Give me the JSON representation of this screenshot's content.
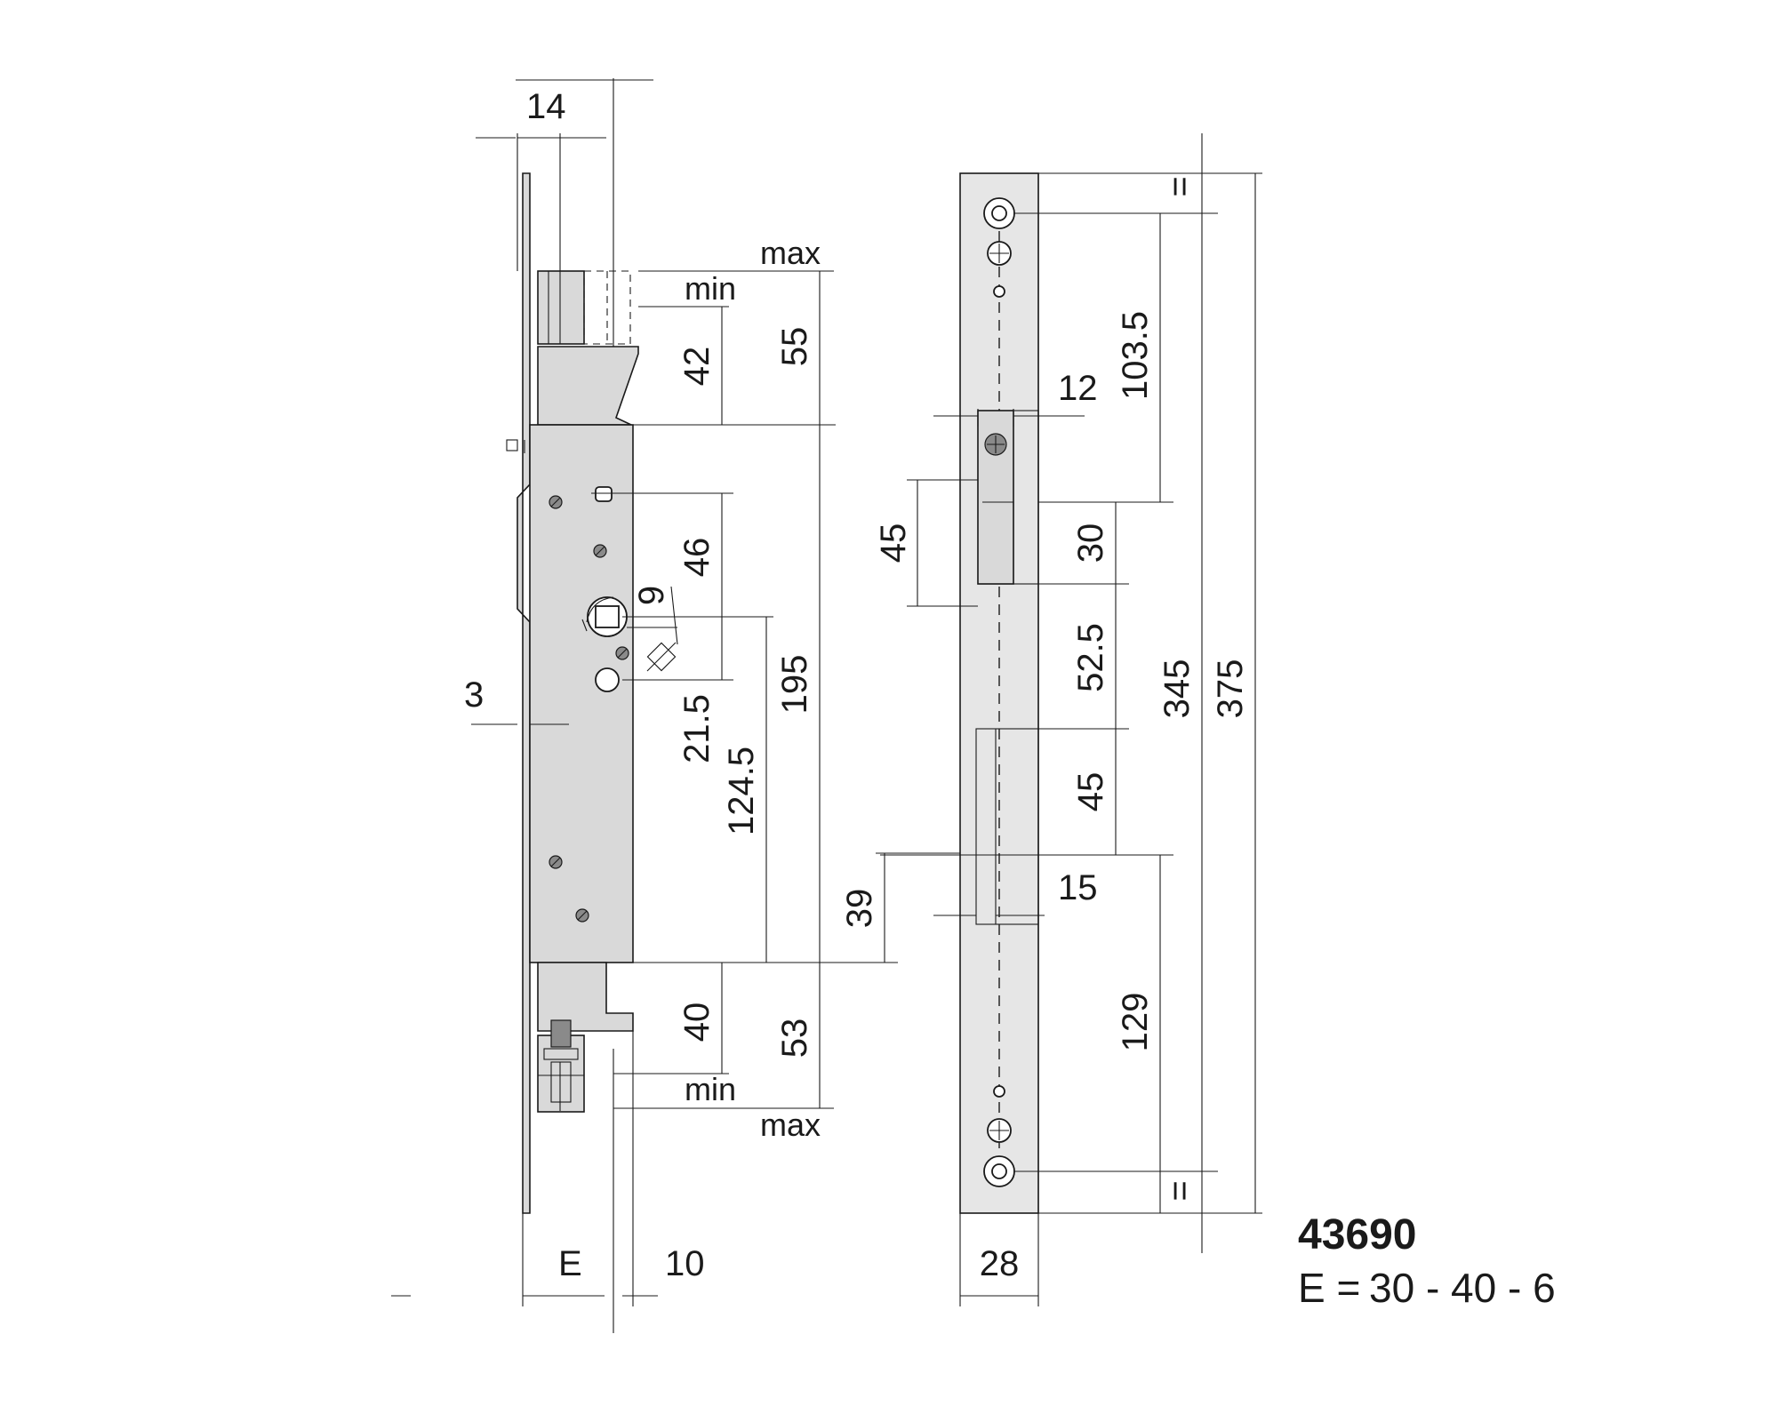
{
  "product": {
    "model_number": "43690",
    "backset_label": "E =",
    "backset_values": "30 - 40 - 6"
  },
  "lock_body": {
    "dimensions": {
      "top_width": "14",
      "latch_max": "max",
      "latch_min": "min",
      "upper_42": "42",
      "upper_55": "55",
      "d46": "46",
      "d9": "9",
      "d3": "3",
      "d21_5": "21.5",
      "d124_5": "124.5",
      "d195": "195",
      "d39": "39",
      "lower_40": "40",
      "lower_53": "53",
      "bolt_min": "min",
      "bolt_max": "max",
      "backset_e": "E",
      "d10": "10"
    }
  },
  "strike_plate": {
    "dimensions": {
      "equal_top": "=",
      "d103_5": "103.5",
      "d12": "12",
      "d45_upper": "45",
      "d30": "30",
      "d52_5": "52.5",
      "d345": "345",
      "d375": "375",
      "d45_lower": "45",
      "d15": "15",
      "d129": "129",
      "equal_bottom": "=",
      "width_28": "28"
    }
  },
  "colors": {
    "line": "#1a1a1a",
    "body_fill": "#d9d9d9",
    "strike_fill": "#e6e6e6"
  }
}
